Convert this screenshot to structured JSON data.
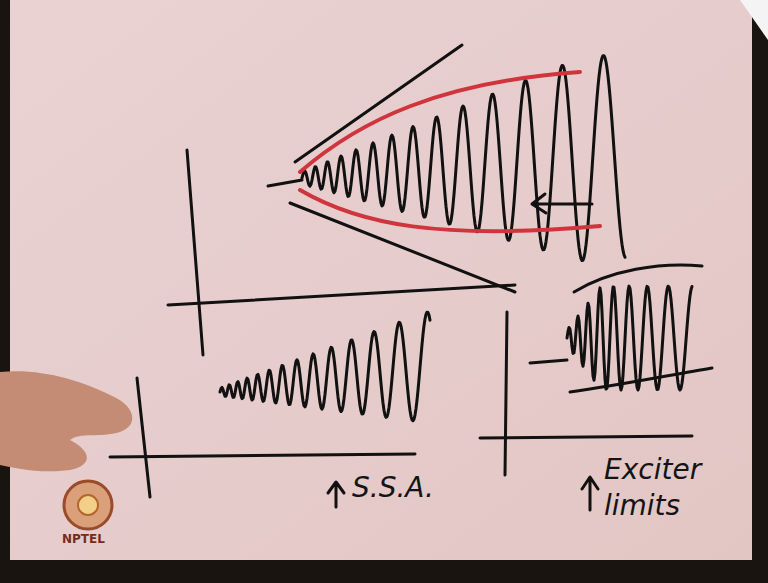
{
  "diagram": {
    "labels": [
      "S.S.A.",
      "Exciter limits",
      "NPTEL"
    ]
  }
}
